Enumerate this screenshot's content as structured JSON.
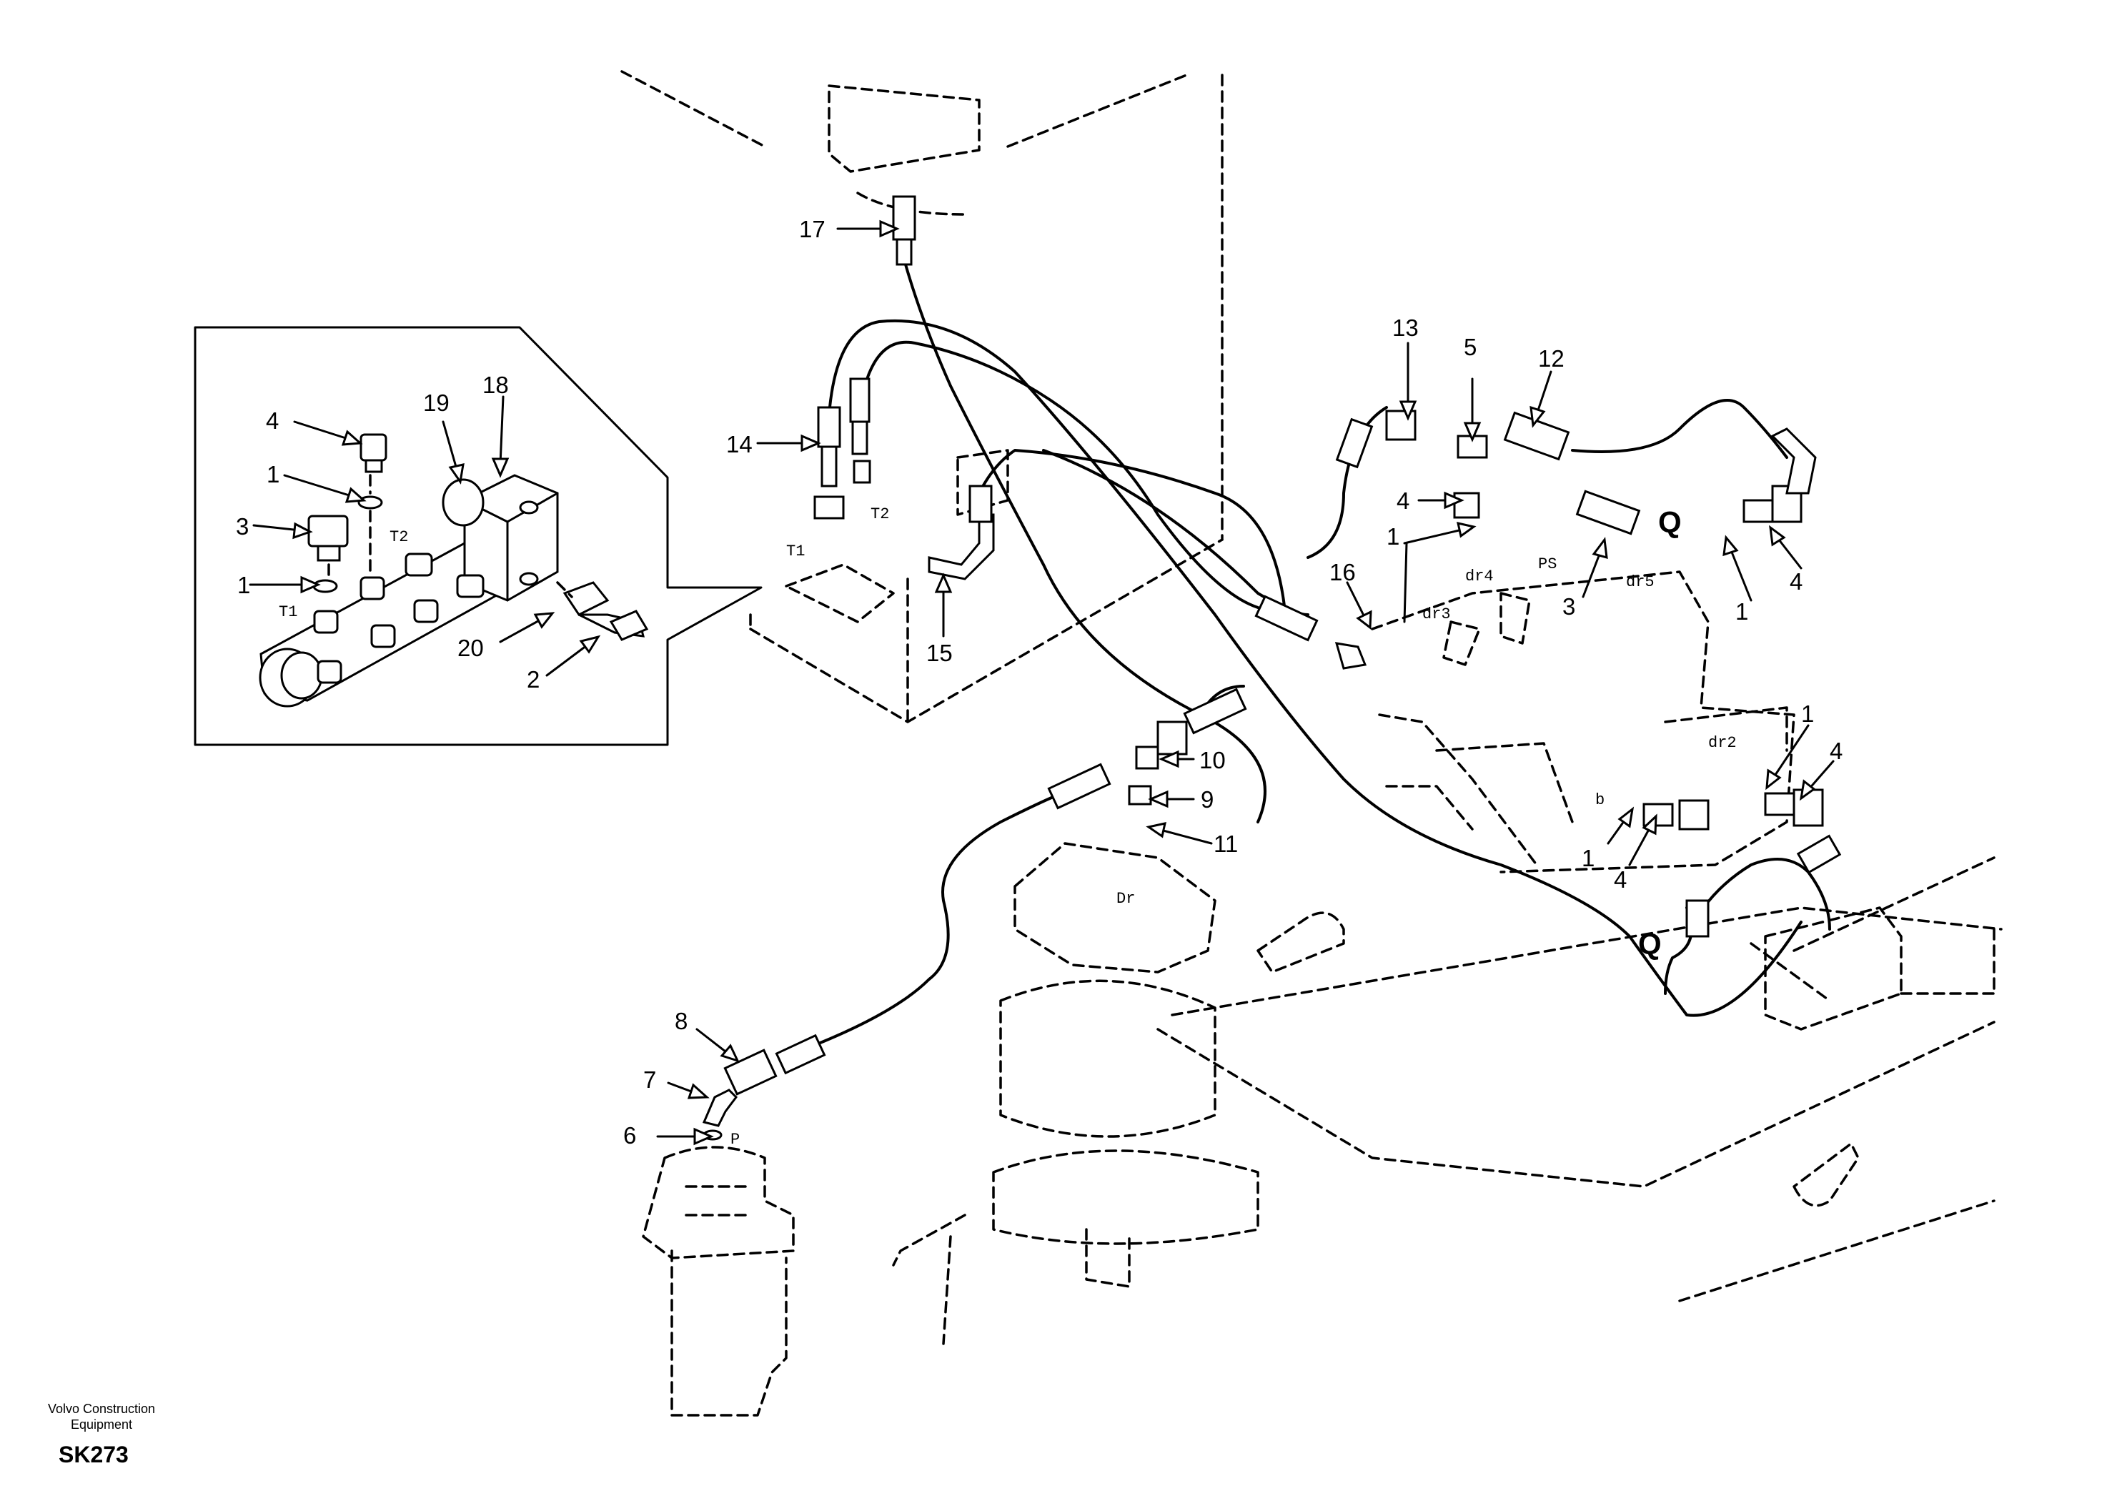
{
  "diagram": {
    "part_numbers": [
      "1",
      "2",
      "3",
      "4",
      "5",
      "6",
      "7",
      "8",
      "9",
      "10",
      "11",
      "12",
      "13",
      "14",
      "15",
      "16",
      "17",
      "18",
      "19",
      "20"
    ],
    "port_labels": {
      "t1": "T1",
      "t2": "T2",
      "dr": "Dr",
      "dr2": "dr2",
      "dr3": "dr3",
      "dr4": "dr4",
      "dr5": "dr5",
      "ps": "PS",
      "p": "P",
      "b": "b",
      "q": "Q"
    },
    "footer": {
      "brand_line1": "Volvo Construction",
      "brand_line2": "Equipment",
      "code": "SK273"
    }
  }
}
